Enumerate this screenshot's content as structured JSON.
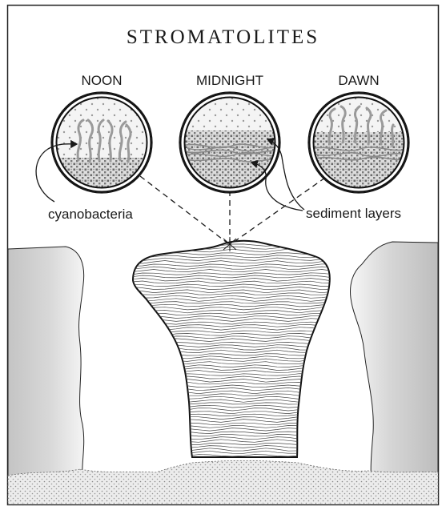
{
  "title": "STROMATOLITES",
  "phases": [
    {
      "label": "NOON"
    },
    {
      "label": "MIDNIGHT"
    },
    {
      "label": "DAWN"
    }
  ],
  "callouts": {
    "cyanobacteria": "cyanobacteria",
    "sediment": "sediment layers"
  }
}
